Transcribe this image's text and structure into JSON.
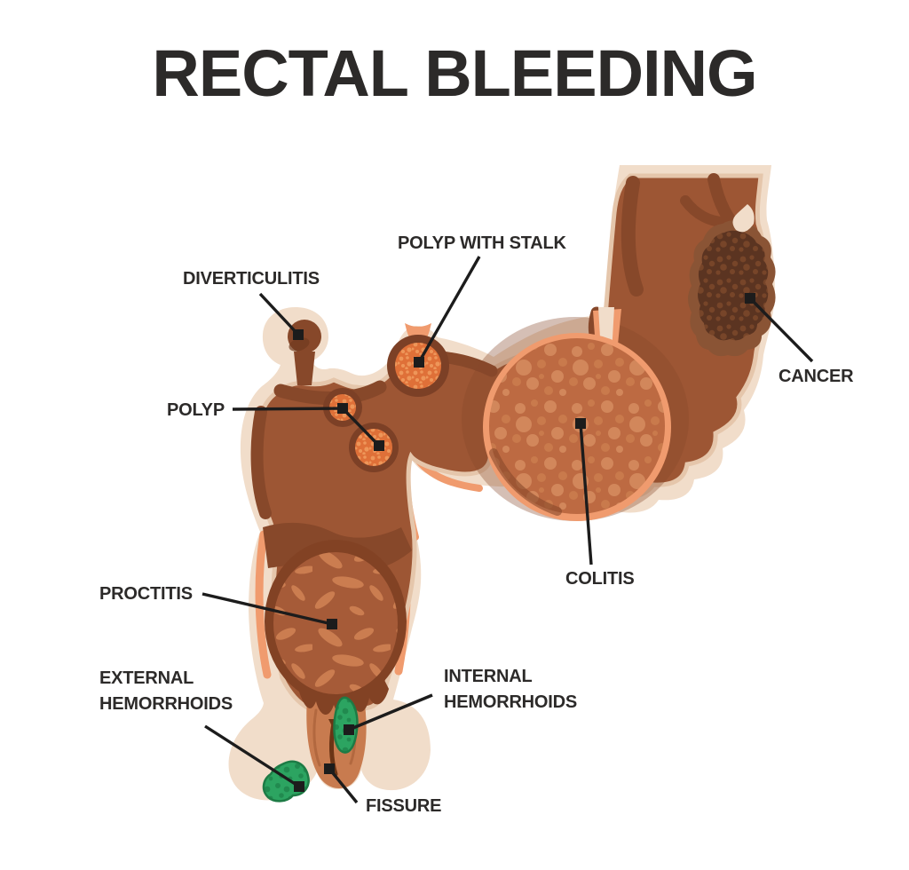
{
  "title": "RECTAL BLEEDING",
  "diagram": {
    "labels": {
      "diverticulitis": "DIVERTICULITIS",
      "polyp_with_stalk": "POLYP WITH STALK",
      "cancer": "CANCER",
      "polyp": "POLYP",
      "colitis": "COLITIS",
      "proctitis": "PROCTITIS",
      "external_hemorrhoids_line1": "EXTERNAL",
      "external_hemorrhoids_line2": "HEMORRHOIDS",
      "internal_hemorrhoids_line1": "INTERNAL",
      "internal_hemorrhoids_line2": "HEMORRHOIDS",
      "fissure": "FISSURE"
    }
  },
  "palette": {
    "background": "#ffffff",
    "text": "#2c2a29",
    "line": "#1c1c1c",
    "cream": "#f1ddca",
    "creamEdge": "#e5c6ab",
    "salmon": "#f09b6e",
    "lumen": "#9d5634",
    "shade": "#87482a",
    "deep": "#713a1f",
    "colitisBase": "#bd6a42",
    "colitisSpot": "#d2875b",
    "colitisSpot2": "#c97a4c",
    "proctitisBase": "#a65b38",
    "proctitisFleck": "#cb7d50",
    "wallDark": "#824224",
    "polyp": "#df7038",
    "polypSpot": "#ee9659",
    "polypRing": "#7c4026",
    "cancer": "#5b3421",
    "cancerSpot": "#774529",
    "cancerRing": "#8a5435",
    "green": "#2ca461",
    "greenDark": "#1d7b45",
    "greenSpot": "#218a4f",
    "canal": "#c87b4f",
    "canalStreak": "#b2683f",
    "fissure": "#6b3415"
  }
}
